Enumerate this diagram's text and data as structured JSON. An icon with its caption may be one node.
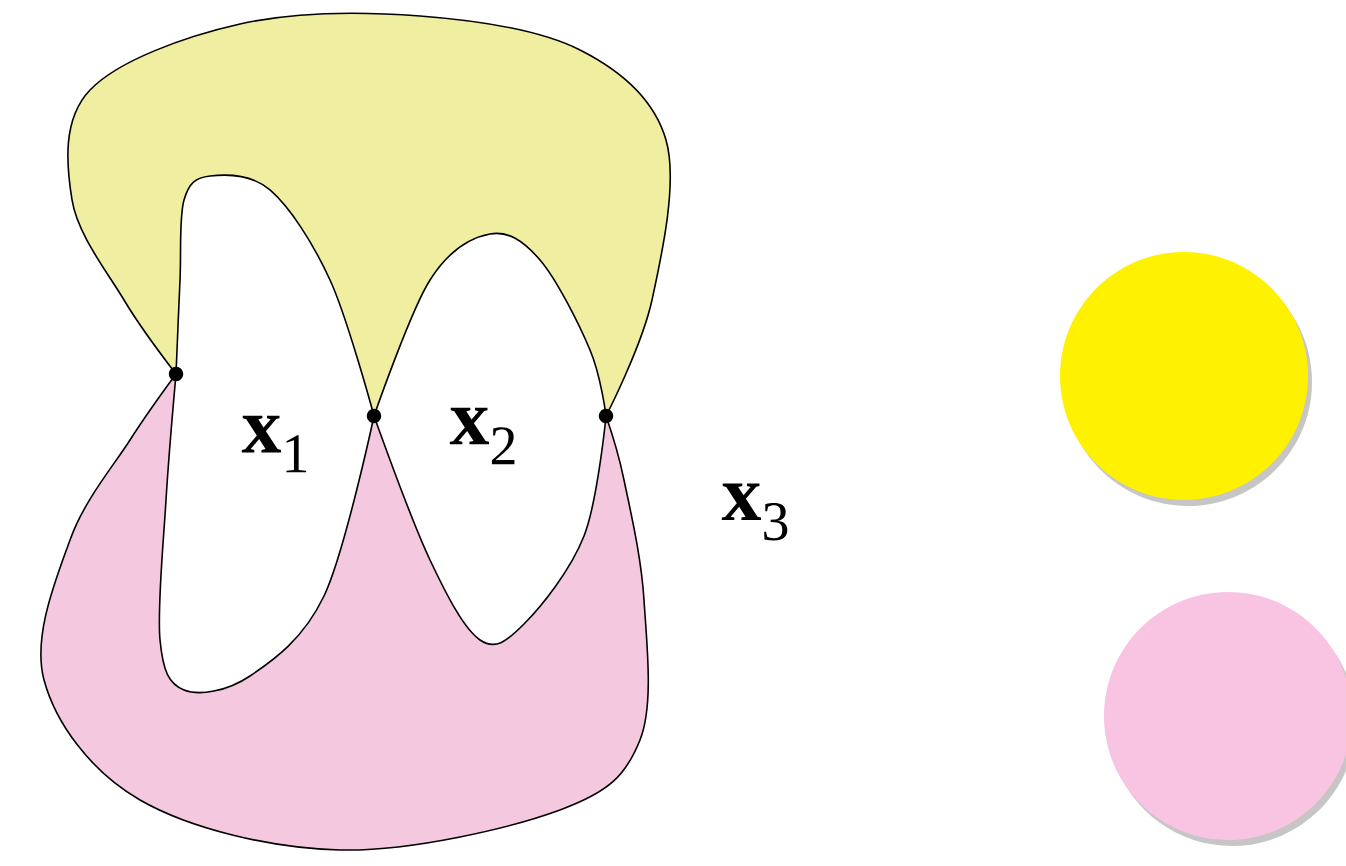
{
  "diagram": {
    "nodes": [
      {
        "text": [],
        "shape": "circle"
      },
      {
        "text": [],
        "shape": "circle"
      }
    ],
    "labels": [
      "**x**$_{1}$",
      "**x**$_{2}$",
      "**x**$_{3}$"
    ]
  }
}
